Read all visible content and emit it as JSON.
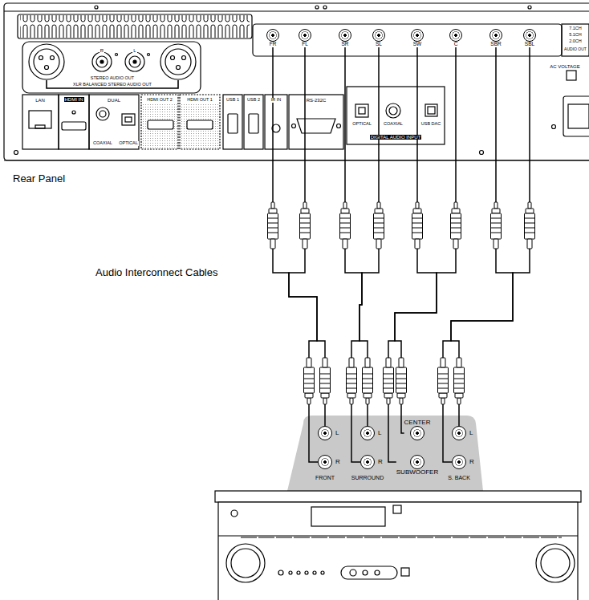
{
  "diagram": {
    "nodes": [
      {
        "text": [
          "FR"
        ]
      },
      {
        "text": [
          "FL"
        ]
      },
      {
        "text": [
          "SR"
        ]
      },
      {
        "text": [
          "SL"
        ]
      },
      {
        "text": [
          "SW"
        ]
      },
      {
        "text": [
          "C"
        ]
      },
      {
        "text": [
          "SBR"
        ]
      },
      {
        "text": [
          "SBL"
        ]
      },
      {
        "text": [
          "L"
        ]
      },
      {
        "text": [
          "R"
        ]
      },
      {
        "text": [
          "L"
        ]
      },
      {
        "text": [
          "R"
        ]
      },
      {
        "text": [
          "CENTER"
        ]
      },
      {
        "text": [
          "SUBWOOFER"
        ]
      },
      {
        "text": [
          "L"
        ]
      },
      {
        "text": [
          "R"
        ]
      }
    ],
    "edges": [
      {
        "from": 0,
        "to": 9,
        "arrow": "none"
      },
      {
        "from": 1,
        "to": 8,
        "arrow": "none"
      },
      {
        "from": 2,
        "to": 11,
        "arrow": "none"
      },
      {
        "from": 3,
        "to": 10,
        "arrow": "none"
      },
      {
        "from": 4,
        "to": 13,
        "arrow": "none"
      },
      {
        "from": 5,
        "to": 12,
        "arrow": "none"
      },
      {
        "from": 6,
        "to": 15,
        "arrow": "none"
      },
      {
        "from": 7,
        "to": 14,
        "arrow": "none"
      }
    ],
    "labels": [
      "Rear Panel",
      "Audio Interconnect Cables",
      "R",
      "L",
      "STEREO AUDIO OUT",
      "XLR BALANCED STEREO AUDIO OUT",
      "LAN",
      "HDMI IN",
      "DUAL",
      "COAXIAL",
      "OPTICAL",
      "HDMI OUT 2",
      "HDMI OUT 1",
      "USB 1",
      "USB 2",
      "IR IN",
      "RS-232C",
      "OPTICAL",
      "COAXIAL",
      "USB DAC",
      "DIGITAL AUDIO INPUT",
      "7.1CH",
      "5.1CH",
      "2.0CH",
      "AUDIO OUT",
      "AC VOLTAGE",
      "FRONT",
      "SURROUND",
      "S. BACK"
    ]
  }
}
